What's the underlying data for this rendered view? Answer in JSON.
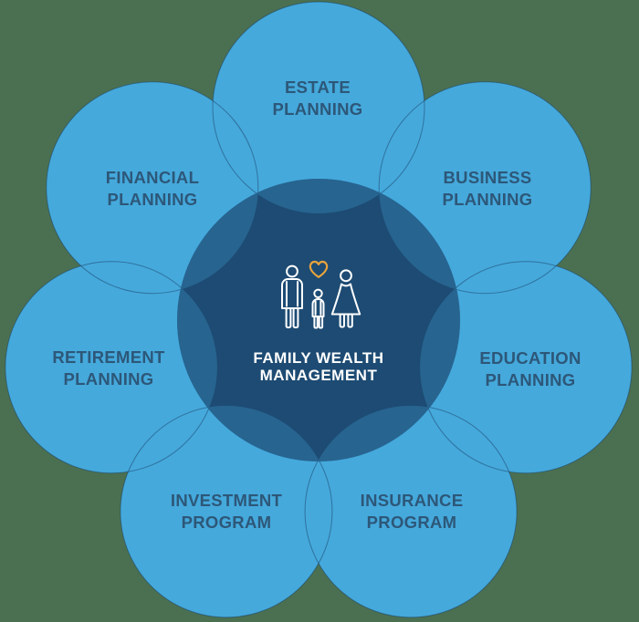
{
  "diagram": {
    "center": {
      "lines": [
        "FAMILY WEALTH",
        "MANAGEMENT"
      ]
    },
    "petals": [
      {
        "id": "estate",
        "lines": [
          "ESTATE",
          "PLANNING"
        ]
      },
      {
        "id": "business",
        "lines": [
          "BUSINESS",
          "PLANNING"
        ]
      },
      {
        "id": "education",
        "lines": [
          "EDUCATION",
          "PLANNING"
        ]
      },
      {
        "id": "insurance",
        "lines": [
          "INSURANCE",
          "PROGRAM"
        ]
      },
      {
        "id": "investment",
        "lines": [
          "INVESTMENT",
          "PROGRAM"
        ]
      },
      {
        "id": "retirement",
        "lines": [
          "RETIREMENT",
          "PLANNING"
        ]
      },
      {
        "id": "financial",
        "lines": [
          "FINANCIAL",
          "PLANNING"
        ]
      }
    ],
    "icons": [
      "family-icon",
      "heart-icon",
      "man-icon",
      "child-icon",
      "woman-icon"
    ],
    "colors": {
      "background": "#4a7051",
      "petal": "#45a9dc",
      "petal_outline": "rgba(25,60,95,0.5)",
      "center_circle": "#1d4b73",
      "center_overlap": "#27608c",
      "label_text": "#2d5778",
      "center_text": "#ffffff",
      "icon_stroke": "#ffffff",
      "heart": "#e8a33d"
    }
  }
}
